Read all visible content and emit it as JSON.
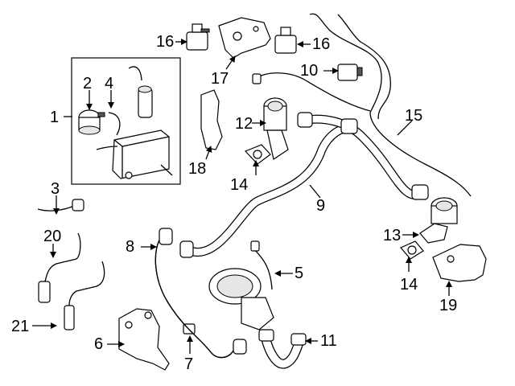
{
  "callouts": {
    "c1": "1",
    "c2": "2",
    "c3": "3",
    "c4": "4",
    "c5": "5",
    "c6": "6",
    "c7": "7",
    "c8": "8",
    "c9": "9",
    "c10": "10",
    "c11": "11",
    "c12": "12",
    "c13": "13",
    "c14a": "14",
    "c14b": "14",
    "c15": "15",
    "c16a": "16",
    "c16b": "16",
    "c17": "17",
    "c18": "18",
    "c19": "19",
    "c20": "20",
    "c21": "21"
  }
}
